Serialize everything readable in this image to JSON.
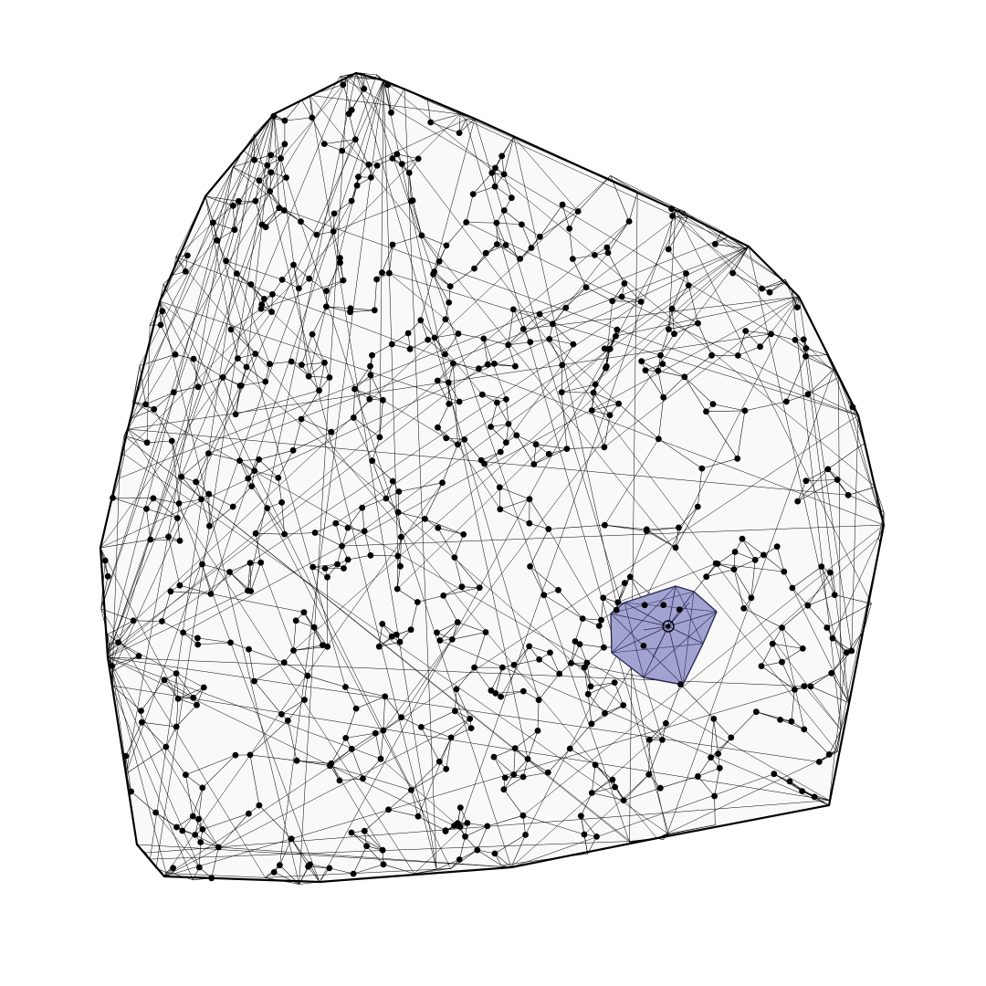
{
  "diagram": {
    "type": "3d-delaunay-tetrahedralization-wireframe",
    "background_color": "#ffffff",
    "hull_fill_color": "#f9f9f9",
    "edge_color": "#000000",
    "point_color": "#000000",
    "highlight_fill_color": "#a3a3d2",
    "highlight_stroke_color": "#2b2b55",
    "approx_point_count": 560,
    "highlighted_cells": 1,
    "labels": []
  }
}
